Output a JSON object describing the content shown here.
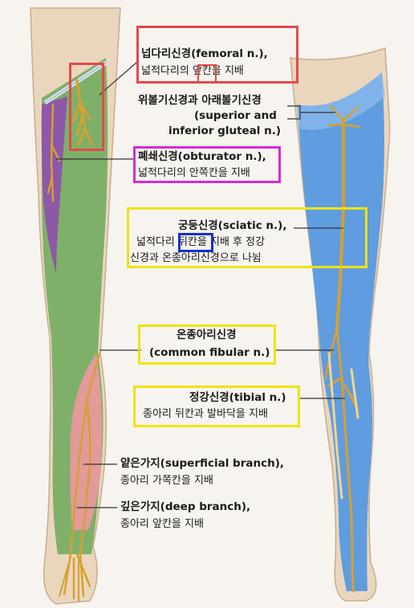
{
  "labels": {
    "femoral_title": "넙다리신경(femoral n.),",
    "femoral_desc": "넓적다리의 앞칸을 지배",
    "gluteal_line1": "위볼기신경과 아래볼기신경",
    "gluteal_line2": "(superior and",
    "gluteal_line3": "inferior gluteal n.)",
    "obturator_title": "폐쇄신경(obturator n.),",
    "obturator_desc": "넓적다리의 안쪽칸을 지배",
    "sciatic_title": "궁둥신경(sciatic n.),",
    "sciatic_desc1": "넓적다리 뒤칸을 지배 후 정강",
    "sciatic_desc2": "신경과 온종아리신경으로 나뉨",
    "fibular_title": "온종아리신경",
    "fibular_desc": "(common fibular n.)",
    "tibial_title": "정강신경(tibial n.)",
    "tibial_desc": "종아리 뒤칸과 발바닥을 지배",
    "superficial_title": "얕은가지(superficial branch),",
    "superficial_desc": "종아리 가쪽칸을 지배",
    "deep_title": "깊은가지(deep branch),",
    "deep_desc": "종아리 앞칸을 지배"
  },
  "colors": {
    "thigh_anterior_compartment": "#7fb069",
    "thigh_medial_compartment": "#8e58a8",
    "leg_lateral_compartment": "#e39a9a",
    "posterior_leg": "#5f9de0",
    "nerve": "#d7a030",
    "skin": "#ead6bd",
    "frame_red": "#e24a4a",
    "frame_magenta": "#d62ad6",
    "frame_yellow": "#f0e214",
    "frame_blue": "#1430d6"
  }
}
